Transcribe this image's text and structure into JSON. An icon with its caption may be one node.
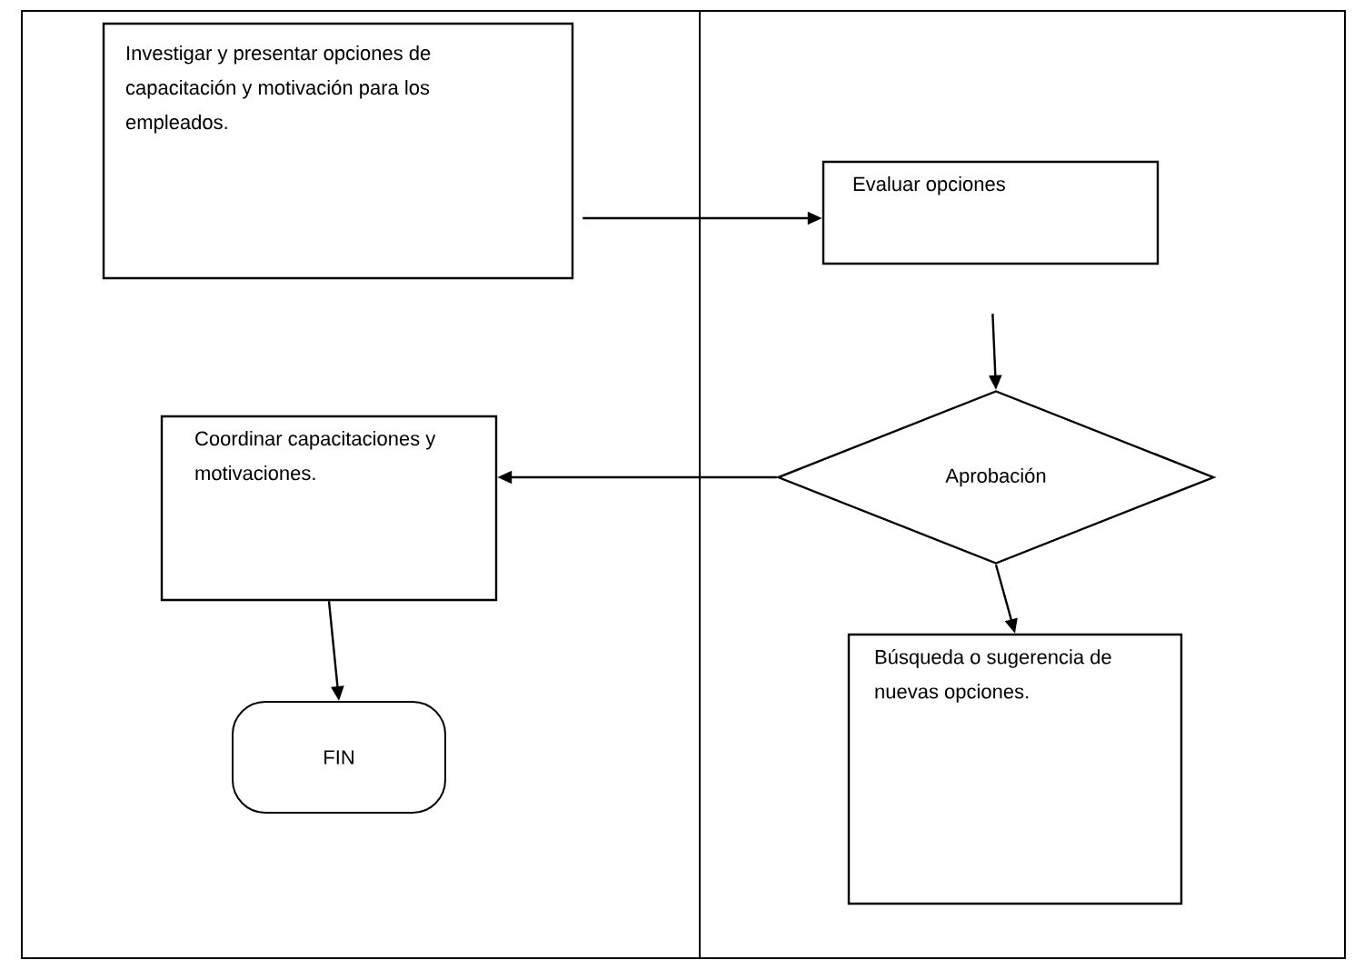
{
  "diagram": {
    "nodes": [
      {
        "text": [
          "Investigar y presentar opciones de capacitación y motivación para los empleados."
        ]
      },
      {
        "text": [
          "Evaluar opciones"
        ]
      },
      {
        "text": [
          "Aprobación"
        ]
      },
      {
        "text": [
          "Coordinar capacitaciones y motivaciones."
        ]
      },
      {
        "text": [
          "FIN"
        ]
      },
      {
        "text": [
          "Búsqueda o sugerencia de nuevas opciones."
        ]
      }
    ],
    "edges": [
      {
        "from": 0,
        "to": 1,
        "arrow": "to"
      },
      {
        "from": 1,
        "to": 2,
        "arrow": "to"
      },
      {
        "from": 2,
        "to": 3,
        "arrow": "to"
      },
      {
        "from": 3,
        "to": 4,
        "arrow": "to"
      },
      {
        "from": 2,
        "to": 5,
        "arrow": "to"
      }
    ]
  }
}
